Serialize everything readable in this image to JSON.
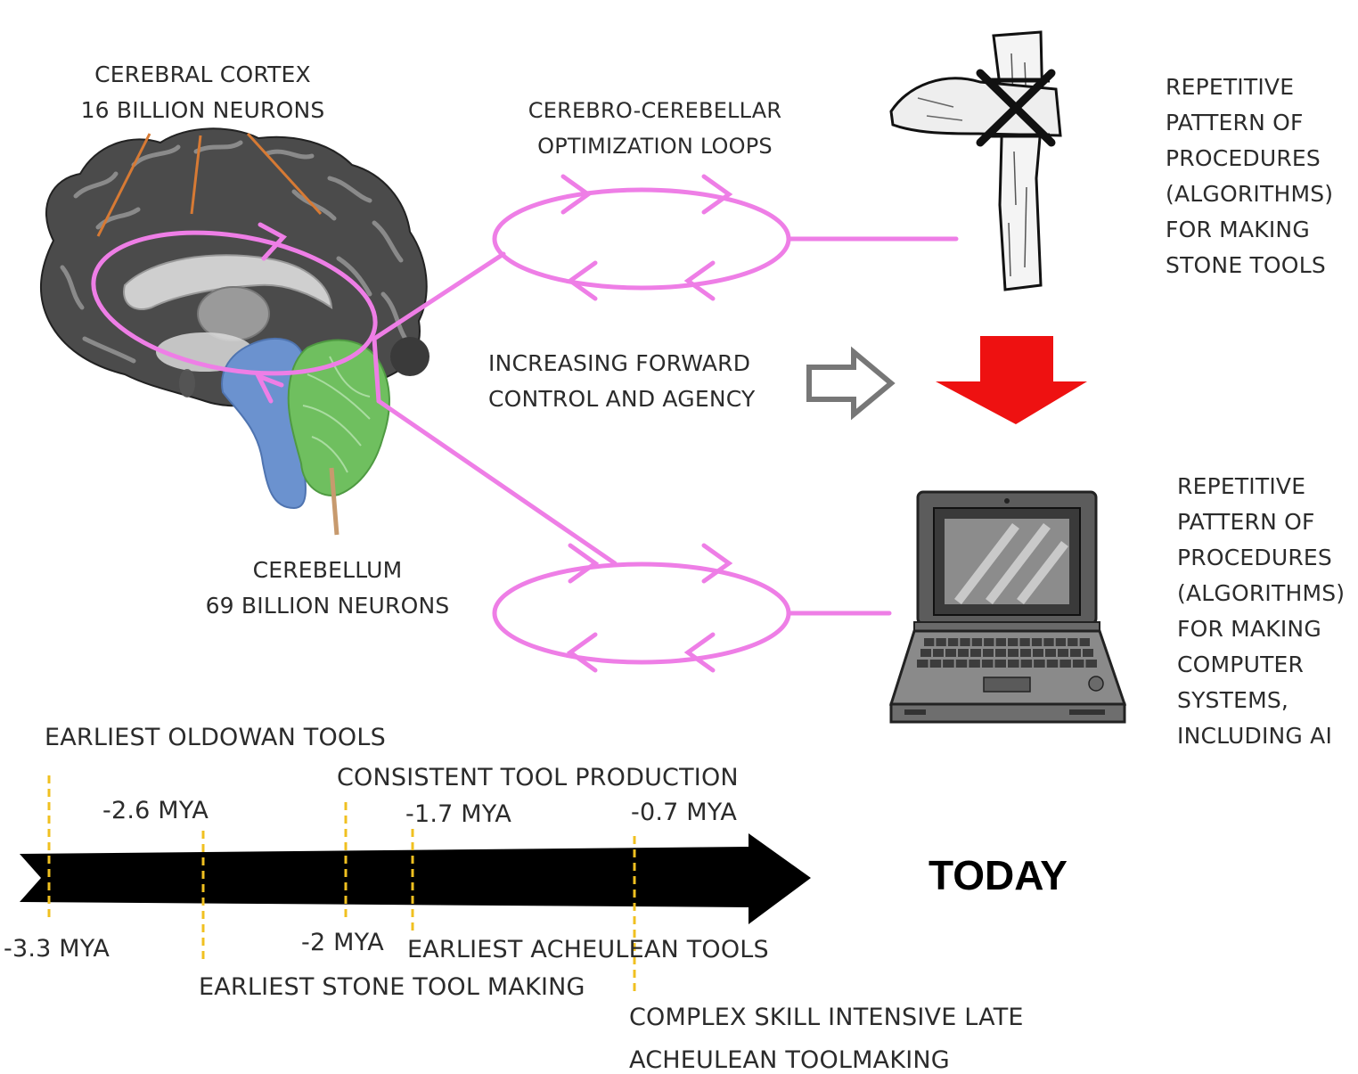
{
  "brain": {
    "cortex_line1": "CEREBRAL CORTEX",
    "cortex_line2": "16 BILLION NEURONS",
    "cerebellum_line1": "CEREBELLUM",
    "cerebellum_line2": "69 BILLION NEURONS"
  },
  "loops": {
    "title_line1": "CEREBRO-CEREBELLAR",
    "title_line2": "OPTIMIZATION LOOPS"
  },
  "forward": {
    "line1": "INCREASING FORWARD",
    "line2": "CONTROL AND AGENCY"
  },
  "stone_tools": {
    "lines": [
      "REPETITIVE",
      "PATTERN OF",
      "PROCEDURES",
      "(ALGORITHMS)",
      "FOR MAKING",
      "STONE TOOLS"
    ]
  },
  "computers": {
    "lines": [
      "REPETITIVE",
      "PATTERN OF",
      "PROCEDURES",
      "(ALGORITHMS)",
      "FOR MAKING",
      "COMPUTER",
      "SYSTEMS,",
      "INCLUDING AI"
    ]
  },
  "timeline": {
    "today": "TODAY",
    "earliest_oldowan": "EARLIEST OLDOWAN TOOLS",
    "consistent_production": "CONSISTENT TOOL PRODUCTION",
    "mya_2_6": "-2.6 MYA",
    "mya_1_7": "-1.7 MYA",
    "mya_0_7": "-0.7 MYA",
    "mya_3_3": "-3.3 MYA",
    "mya_2": "-2 MYA",
    "earliest_acheulean": "EARLIEST ACHEULEAN TOOLS",
    "earliest_stone": "EARLIEST STONE TOOL MAKING",
    "late_acheulean_line1": "COMPLEX SKILL INTENSIVE LATE",
    "late_acheulean_line2": "ACHEULEAN TOOLMAKING"
  },
  "colors": {
    "loop": "#ee7ee6",
    "timeline_bar": "#000000",
    "marker": "#f0c020",
    "down_arrow": "#ee1111",
    "hollow_arrow": "#777777",
    "cerebellum": "#6fbf5f",
    "brainstem": "#6b92cf",
    "cortex": "#4a4a4a"
  }
}
